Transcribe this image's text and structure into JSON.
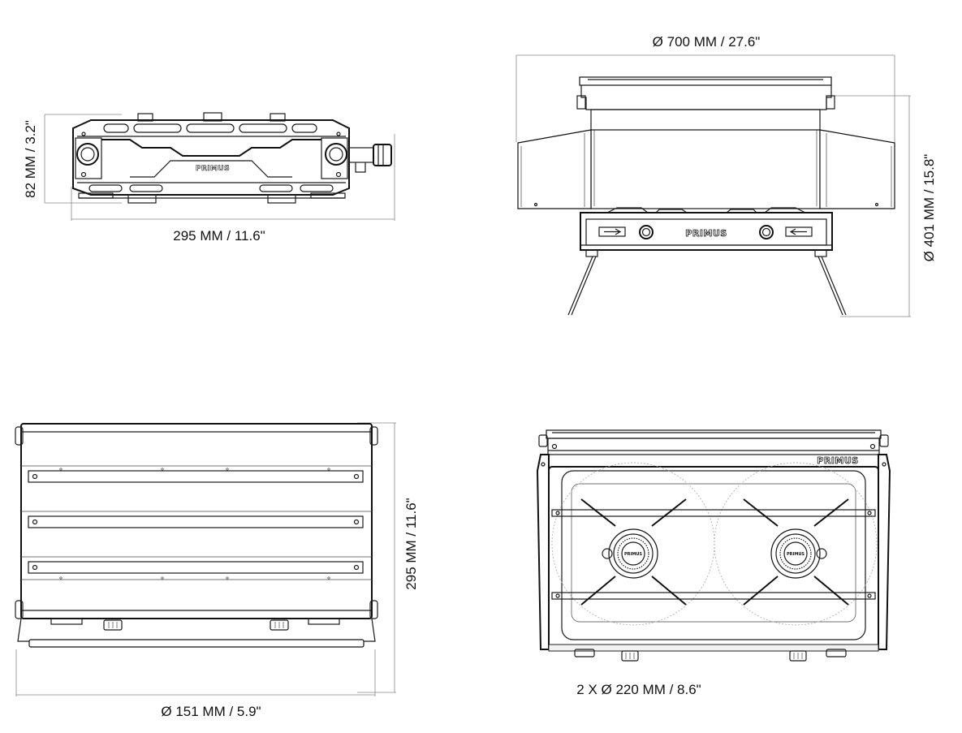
{
  "dimensions": {
    "side_height": "82 MM / 3.2\"",
    "side_width": "295 MM / 11.6\"",
    "open_width": "Ø 700 MM / 27.6\"",
    "open_height": "Ø 401 MM / 15.8\"",
    "top_depth": "295 MM / 11.6\"",
    "bottom_width": "Ø 151 MM / 5.9\"",
    "burners": "2 X Ø 220 MM / 8.6\""
  },
  "brand": "PRIMUS",
  "colors": {
    "line": "#1a1a1a",
    "dimension_line": "#888888",
    "background": "#ffffff"
  }
}
